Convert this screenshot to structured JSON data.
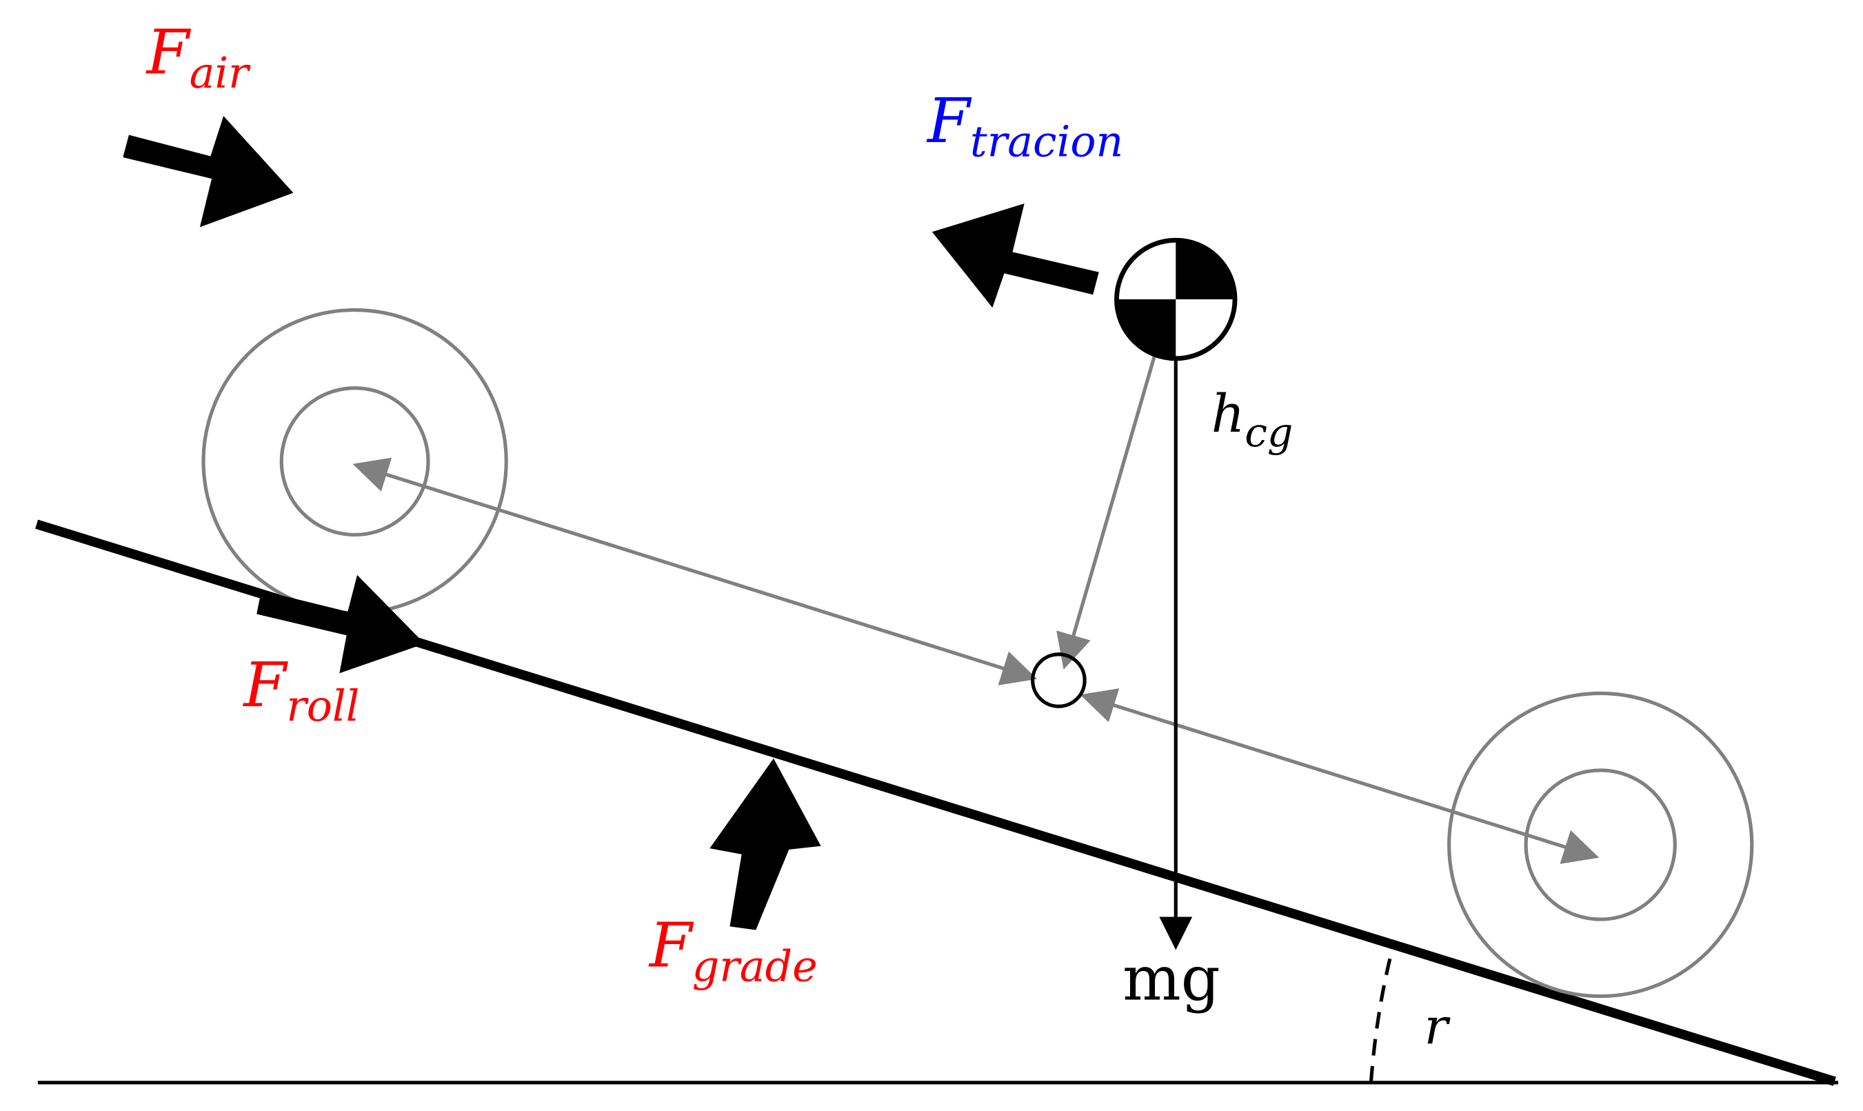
{
  "colors": {
    "resistive_force": "#ff0000",
    "traction_force": "#0000ff",
    "geometry": "#808080",
    "ink": "#000000"
  },
  "labels": {
    "f_air": {
      "main": "F",
      "sub": "air"
    },
    "f_traction": {
      "main": "F",
      "sub": "tracion"
    },
    "f_roll": {
      "main": "F",
      "sub": "roll"
    },
    "f_grade": {
      "main": "F",
      "sub": "grade"
    },
    "h_cg": {
      "main": "h",
      "sub": "cg"
    },
    "weight": "mg",
    "angle": "r"
  }
}
